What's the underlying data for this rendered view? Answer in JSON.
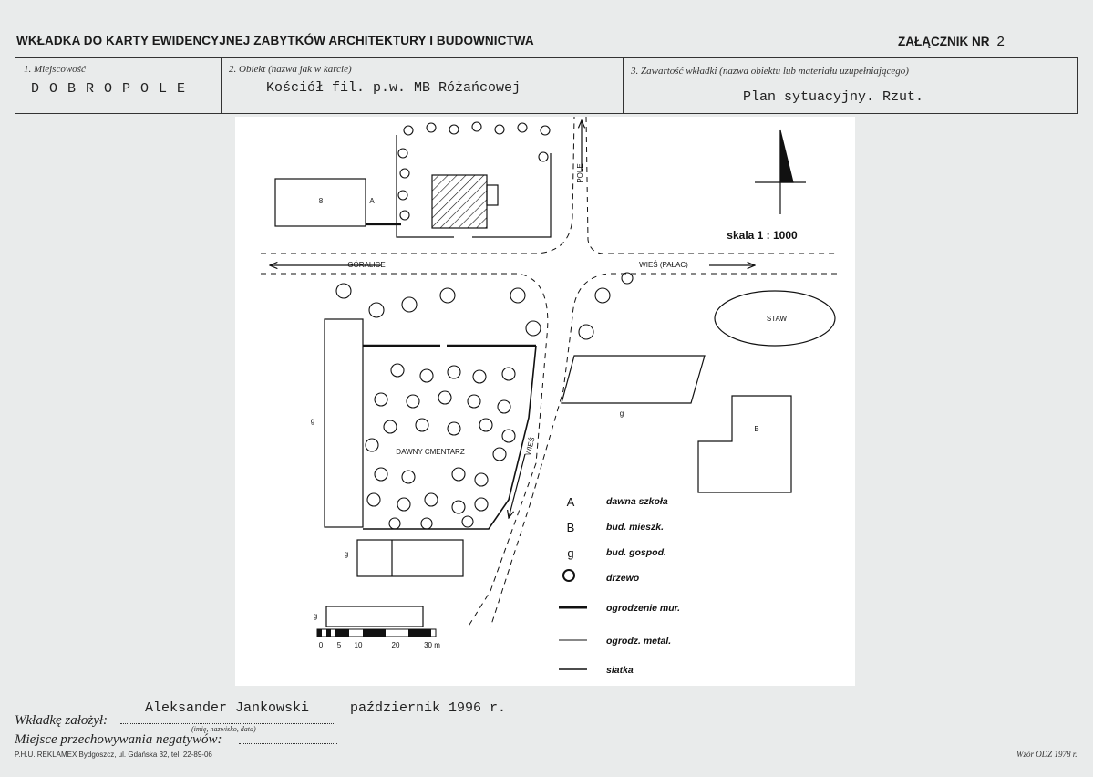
{
  "header": {
    "title": "WKŁADKA DO KARTY EWIDENCYJNEJ ZABYTKÓW ARCHITEKTURY I BUDOWNICTWA",
    "attachment_label": "ZAŁĄCZNIK NR",
    "attachment_number": "2"
  },
  "fields": {
    "locality_label": "1. Miejscowość",
    "locality_value": "D O B R O P O L E",
    "object_label": "2. Obiekt (nazwa jak w karcie)",
    "object_value": "Kościół fil. p.w. MB Różańcowej",
    "content_label": "3. Zawartość wkładki (nazwa obiektu lub materiału uzupełniającego)",
    "content_value": "Plan sytuacyjny. Rzut."
  },
  "map": {
    "scale": "skala 1 : 1000",
    "scalebar_ticks": [
      "0",
      "5",
      "10",
      "20",
      "30 m"
    ],
    "labels": {
      "road_west": "GÓRALICE",
      "road_east": "WIEŚ (PAŁAC)",
      "road_north": "POLE",
      "road_south": "WIEŚ",
      "pond": "STAW",
      "cemetery": "DAWNY CMENTARZ",
      "bldg_8": "8",
      "bldg_a": "A",
      "bldg_b": "B",
      "g": "g"
    },
    "legend": [
      {
        "symbol": "A",
        "text": "dawna szkoła"
      },
      {
        "symbol": "B",
        "text": "bud. mieszk."
      },
      {
        "symbol": "g",
        "text": "bud. gospod."
      },
      {
        "symbol": "tree",
        "text": "drzewo"
      },
      {
        "symbol": "wall",
        "text": "ogrodzenie mur."
      },
      {
        "symbol": "metal",
        "text": "ogrodz. metal."
      },
      {
        "symbol": "mesh",
        "text": "siatka"
      }
    ]
  },
  "footer": {
    "author_label": "Wkładkę założył:",
    "author_value": "Aleksander Jankowski",
    "date_value": "październik 1996 r.",
    "author_hint": "(imię, nazwisko, data)",
    "storage_label": "Miejsce przechowywania negatywów:",
    "printer": "P.H.U. REKLAMEX Bydgoszcz, ul. Gdańska 32, tel. 22-89-06",
    "template": "Wzór ODZ 1978 r."
  }
}
